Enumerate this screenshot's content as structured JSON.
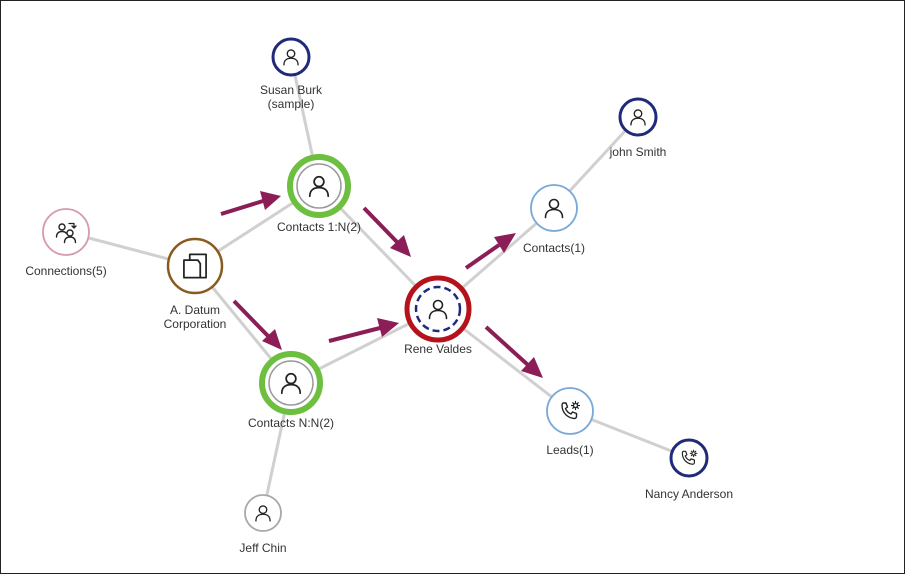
{
  "nodes": {
    "susan": {
      "lines": [
        "Susan Burk",
        "(sample)"
      ],
      "icon": "person-icon"
    },
    "contacts_1n": {
      "lines": [
        "Contacts 1:N(2)"
      ],
      "icon": "person-icon"
    },
    "connections": {
      "lines": [
        "Connections(5)"
      ],
      "icon": "connections-icon"
    },
    "adatum": {
      "lines": [
        "A. Datum",
        "Corporation"
      ],
      "icon": "account-icon"
    },
    "contacts_nn": {
      "lines": [
        "Contacts N:N(2)"
      ],
      "icon": "person-icon"
    },
    "jeff": {
      "lines": [
        "Jeff Chin"
      ],
      "icon": "person-icon"
    },
    "rene": {
      "lines": [
        "Rene Valdes"
      ],
      "icon": "person-icon"
    },
    "john": {
      "lines": [
        "john Smith"
      ],
      "icon": "person-icon"
    },
    "contacts_1": {
      "lines": [
        "Contacts(1)"
      ],
      "icon": "person-icon"
    },
    "leads": {
      "lines": [
        "Leads(1)"
      ],
      "icon": "lead-icon"
    },
    "nancy": {
      "lines": [
        "Nancy Anderson"
      ],
      "icon": "lead-icon"
    }
  },
  "colors": {
    "link": "#d0d0d0",
    "arrow": "#8b1e57",
    "group_ring": "#6dbf3f",
    "focus_ring": "#b5121b",
    "record_ring": "#1f2a7a",
    "account_ring": "#8a5a1e",
    "connections_ring": "#d69ab4",
    "collection_ring": "#7aa9d6",
    "person_ring": "#a8a8a8"
  }
}
